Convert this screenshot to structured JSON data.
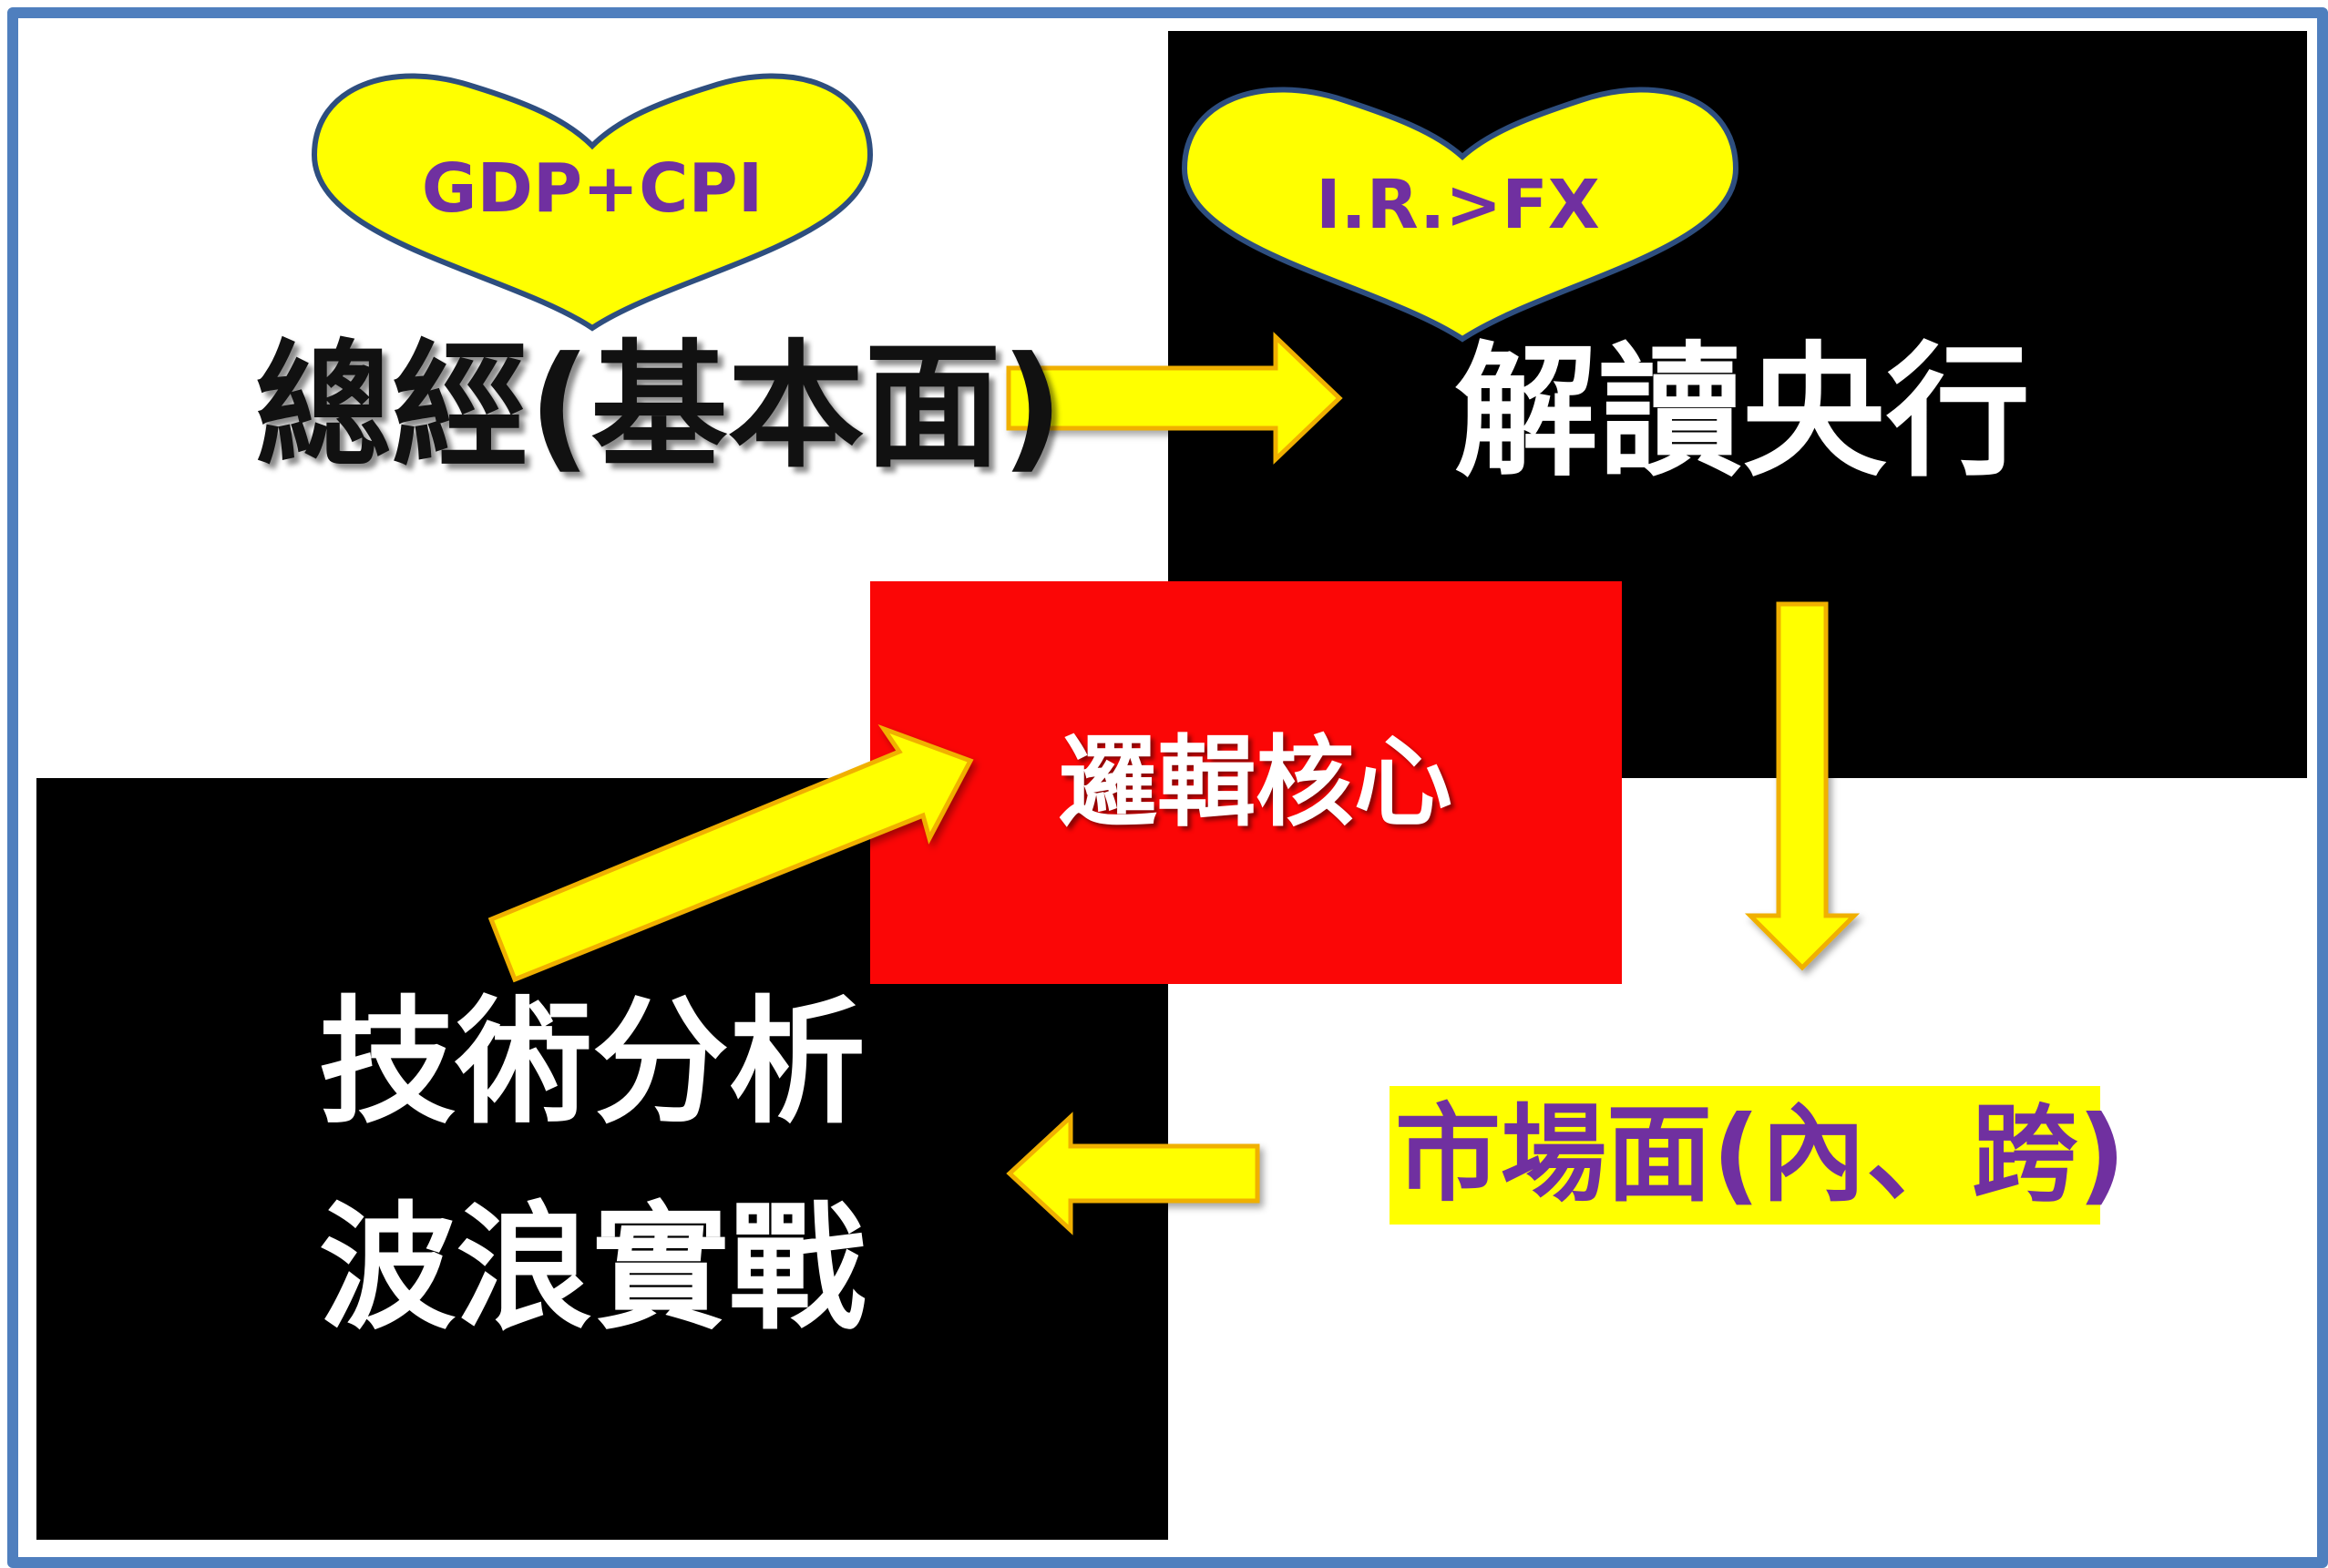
{
  "colors": {
    "frame_border": "#4f7fbe",
    "heart_fill": "#ffff00",
    "heart_text": "#7030a0",
    "arrow_fill": "#ffff00",
    "arrow_stroke": "#f0b000",
    "core_box": "#fb0606",
    "market_highlight": "#ffff00"
  },
  "hearts": {
    "gdp_cpi": "GDP+CPI",
    "ir_fx": "I.R.>FX"
  },
  "quadrants": {
    "macro": "總經(基本面)",
    "central_bank": "解讀央行",
    "market": "市場面(內、跨)",
    "tech_line1": "技術分析",
    "tech_line2": "波浪實戰"
  },
  "core": {
    "label": "邏輯核心"
  }
}
